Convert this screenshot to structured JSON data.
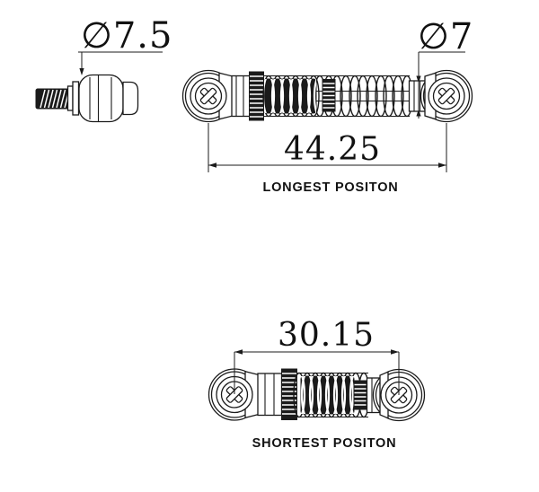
{
  "drawing": {
    "background": "#ffffff",
    "line_color": "#1b1b1b",
    "side_view": {
      "diameter_label": "∅7.5"
    },
    "longest_view": {
      "rod_diameter_label": "∅7",
      "length_label": "44.25",
      "caption": "LONGEST POSITON"
    },
    "shortest_view": {
      "length_label": "30.15",
      "caption": "SHORTEST POSITON"
    }
  }
}
